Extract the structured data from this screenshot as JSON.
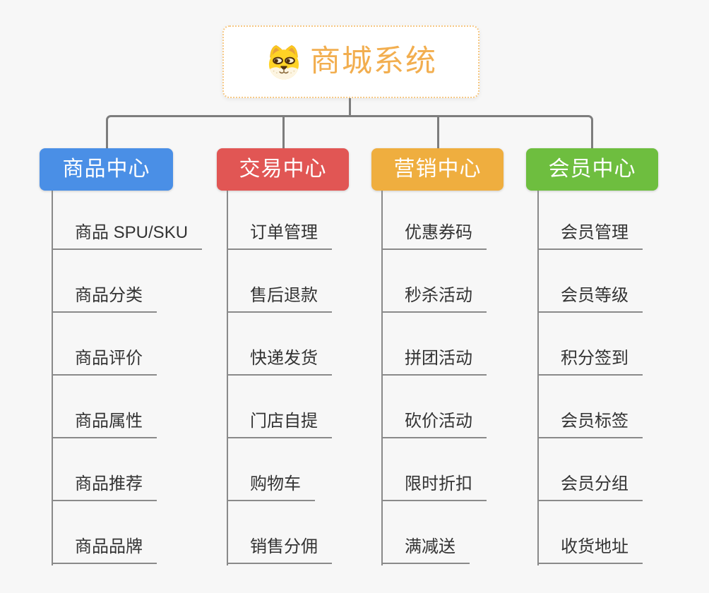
{
  "root": {
    "title": "商城系统",
    "icon": "dog-face-icon",
    "title_color": "#f2ae4f",
    "border_color": "#f6c884"
  },
  "connector_color": "#7d7d7d",
  "branches": [
    {
      "label": "商品中心",
      "color": "#4a8fe6",
      "children": [
        "商品 SPU/SKU",
        "商品分类",
        "商品评价",
        "商品属性",
        "商品推荐",
        "商品品牌"
      ]
    },
    {
      "label": "交易中心",
      "color": "#e15654",
      "children": [
        "订单管理",
        "售后退款",
        "快递发货",
        "门店自提",
        "购物车",
        "销售分佣"
      ]
    },
    {
      "label": "营销中心",
      "color": "#efae3f",
      "children": [
        "优惠券码",
        "秒杀活动",
        "拼团活动",
        "砍价活动",
        "限时折扣",
        "满减送"
      ]
    },
    {
      "label": "会员中心",
      "color": "#6ebe3f",
      "children": [
        "会员管理",
        "会员等级",
        "积分签到",
        "会员标签",
        "会员分组",
        "收货地址"
      ]
    }
  ]
}
